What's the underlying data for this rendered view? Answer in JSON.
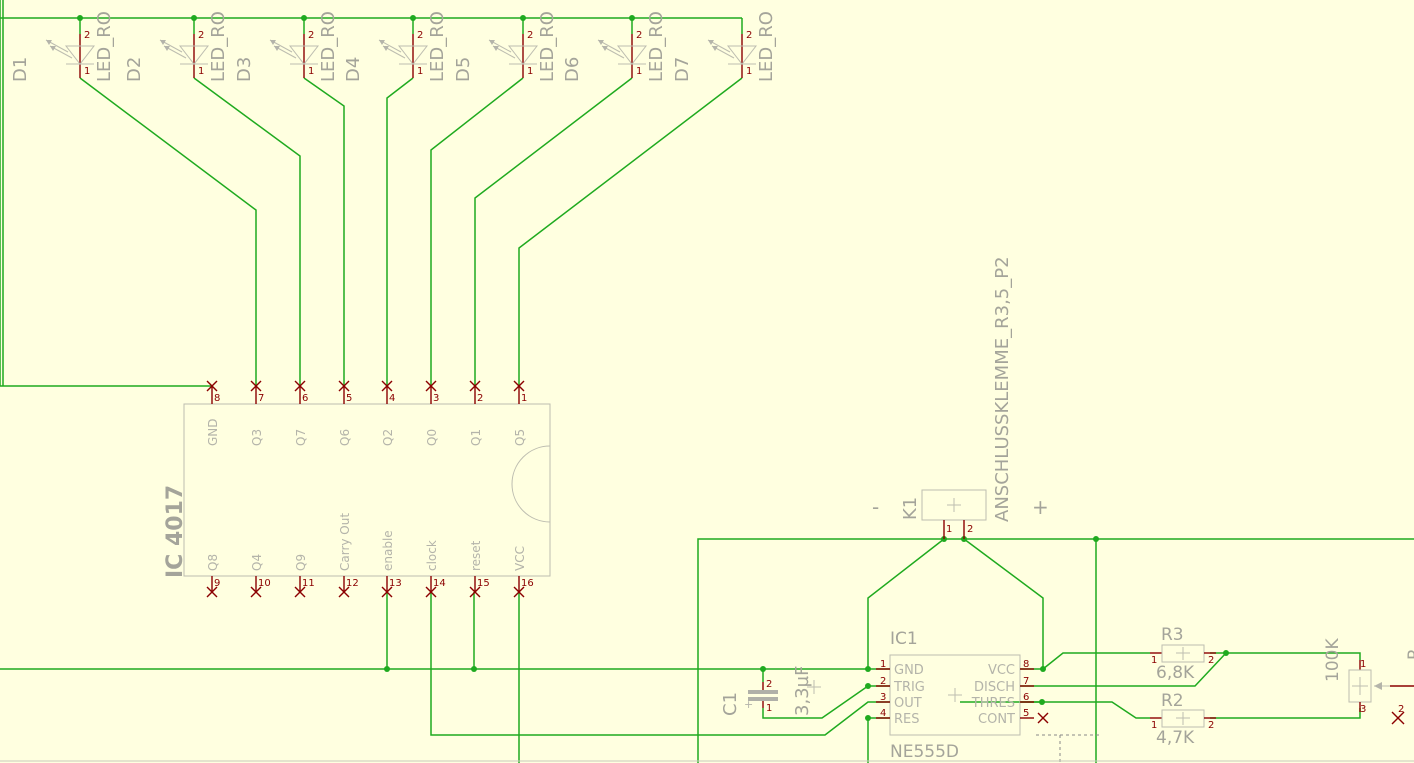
{
  "leds": [
    {
      "ref": "D1",
      "value": "LED_RO",
      "pin_a": "2",
      "pin_k": "1"
    },
    {
      "ref": "D2",
      "value": "LED_RO",
      "pin_a": "2",
      "pin_k": "1"
    },
    {
      "ref": "D3",
      "value": "LED_RO",
      "pin_a": "2",
      "pin_k": "1"
    },
    {
      "ref": "D4",
      "value": "LED_RO",
      "pin_a": "2",
      "pin_k": "1"
    },
    {
      "ref": "D5",
      "value": "LED_RO",
      "pin_a": "2",
      "pin_k": "1"
    },
    {
      "ref": "D6",
      "value": "LED_RO",
      "pin_a": "2",
      "pin_k": "1"
    },
    {
      "ref": "D7",
      "value": "LED_RO",
      "pin_a": "2",
      "pin_k": "1"
    }
  ],
  "ic4017": {
    "name": "IC 4017",
    "top_pins": [
      {
        "num": "8",
        "label": "GND"
      },
      {
        "num": "7",
        "label": "Q3"
      },
      {
        "num": "6",
        "label": "Q7"
      },
      {
        "num": "5",
        "label": "Q6"
      },
      {
        "num": "4",
        "label": "Q2"
      },
      {
        "num": "3",
        "label": "Q0"
      },
      {
        "num": "2",
        "label": "Q1"
      },
      {
        "num": "1",
        "label": "Q5"
      }
    ],
    "bottom_pins": [
      {
        "num": "9",
        "label": "Q8"
      },
      {
        "num": "10",
        "label": "Q4"
      },
      {
        "num": "11",
        "label": "Q9"
      },
      {
        "num": "12",
        "label": "Carry Out"
      },
      {
        "num": "13",
        "label": "enable"
      },
      {
        "num": "14",
        "label": "clock"
      },
      {
        "num": "15",
        "label": "reset"
      },
      {
        "num": "16",
        "label": "VCC"
      }
    ]
  },
  "k1": {
    "ref": "K1",
    "value": "ANSCHLUSSKLEMME_R3,5_P2",
    "minus": "-",
    "plus": "+",
    "pin1": "1",
    "pin2": "2"
  },
  "ic1": {
    "ref": "IC1",
    "value": "NE555D",
    "left_pins": [
      {
        "num": "1",
        "label": "GND"
      },
      {
        "num": "2",
        "label": "TRIG"
      },
      {
        "num": "3",
        "label": "OUT"
      },
      {
        "num": "4",
        "label": "RES"
      }
    ],
    "right_pins": [
      {
        "num": "8",
        "label": "VCC"
      },
      {
        "num": "7",
        "label": "DISCH"
      },
      {
        "num": "6",
        "label": "THRES"
      },
      {
        "num": "5",
        "label": "CONT"
      }
    ]
  },
  "c1": {
    "ref": "C1",
    "value": "3,3µF",
    "pin1": "1",
    "pin2": "2",
    "plus": "+"
  },
  "r3": {
    "ref": "R3",
    "value": "6,8K",
    "pin1": "1",
    "pin2": "2"
  },
  "r2": {
    "ref": "R2",
    "value": "4,7K",
    "pin1": "1",
    "pin2": "2"
  },
  "pot": {
    "value": "100K",
    "pin1": "1",
    "pin2": "2",
    "pin3": "3",
    "ref_partial": "R"
  }
}
